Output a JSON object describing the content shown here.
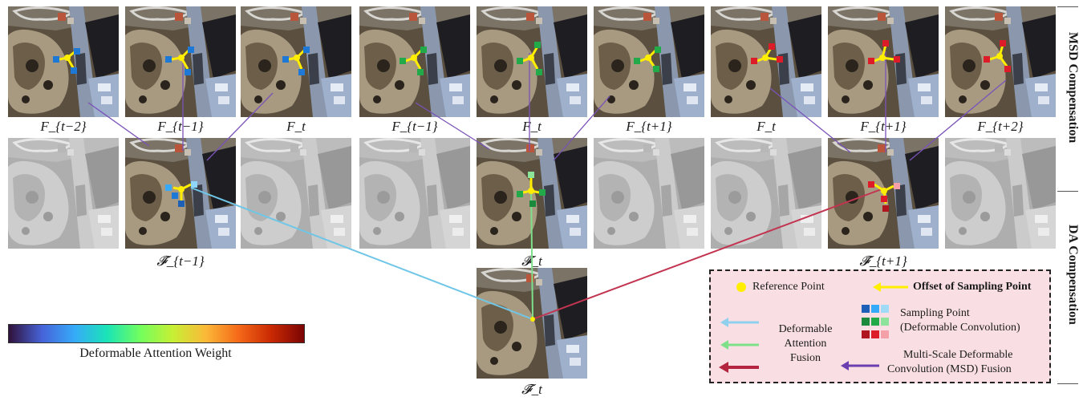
{
  "sections": {
    "msd": "MSD Compensation",
    "da": "DA Compensation"
  },
  "top_labels": [
    "F_{t−2}",
    "F_{t−1}",
    "F_t",
    "F_{t−1}",
    "F_t",
    "F_{t+1}",
    "F_t",
    "F_{t+1}",
    "F_{t+2}"
  ],
  "mid_labels": {
    "left": "𝓕̄_{t−1}",
    "center": "𝓕̄_t",
    "right": "𝓕̄_{t+1}"
  },
  "bottom_label": "𝓕̄_t",
  "colorbar": {
    "label": "Deformable Attention Weight"
  },
  "legend": {
    "reference_point": "Reference Point",
    "offset": "Offset of Sampling Point",
    "sampling_point_line1": "Sampling Point",
    "sampling_point_line2": "(Deformable Convolution)",
    "attention_line1": "Deformable",
    "attention_line2": "Attention",
    "attention_line3": "Fusion",
    "msd_line1": "Multi-Scale Deformable",
    "msd_line2": "Convolution (MSD) Fusion"
  },
  "colors": {
    "blue": "#1e78d6",
    "green": "#22aa4a",
    "red": "#dd1c2a",
    "cyan_line": "#6fc6e6",
    "green_line": "#7fe08a",
    "crimson_line": "#c2344f",
    "purple_line": "#7a52b8",
    "yellow": "#ffee00",
    "legend_bg": "#f9dfe3"
  }
}
